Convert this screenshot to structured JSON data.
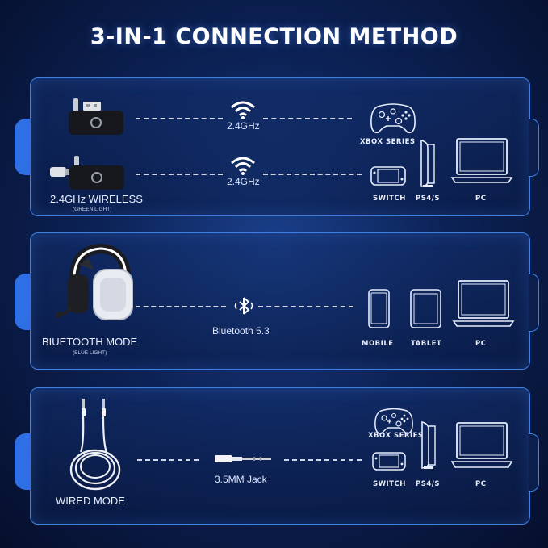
{
  "title": "3-IN-1 CONNECTION METHOD",
  "colors": {
    "accent": "#2f6fe6",
    "border": "#3f7fe0",
    "background": "#0c2256"
  },
  "panels": {
    "wireless": {
      "freq_label_1": "2.4GHz",
      "freq_label_2": "2.4GHz",
      "mode_label": "2.4GHz WIRELESS",
      "mode_sub": "(GREEN LIGHT)",
      "devices": [
        "XBOX SERIES",
        "SWITCH",
        "PS4/S",
        "PC"
      ],
      "icons": [
        "usb-dongle-icon",
        "wifi-icon",
        "xbox-controller-icon",
        "switch-icon",
        "ps-console-icon",
        "laptop-icon"
      ]
    },
    "bluetooth": {
      "signal_label": "Bluetooth 5.3",
      "mode_label": "BIUETOOTH MODE",
      "mode_sub": "(BLUE LIGHT)",
      "devices": [
        "MOBILE",
        "TABLET",
        "PC"
      ],
      "icons": [
        "headset-icon",
        "bluetooth-icon",
        "phone-icon",
        "tablet-icon",
        "laptop-icon"
      ]
    },
    "wired": {
      "jack_label": "3.5MM Jack",
      "mode_label": "WIRED MODE",
      "devices": [
        "XBOX SERIES",
        "SWITCH",
        "PS4/S",
        "PC"
      ],
      "icons": [
        "cable-icon",
        "jack-icon",
        "xbox-controller-icon",
        "switch-icon",
        "ps-console-icon",
        "laptop-icon"
      ]
    }
  }
}
